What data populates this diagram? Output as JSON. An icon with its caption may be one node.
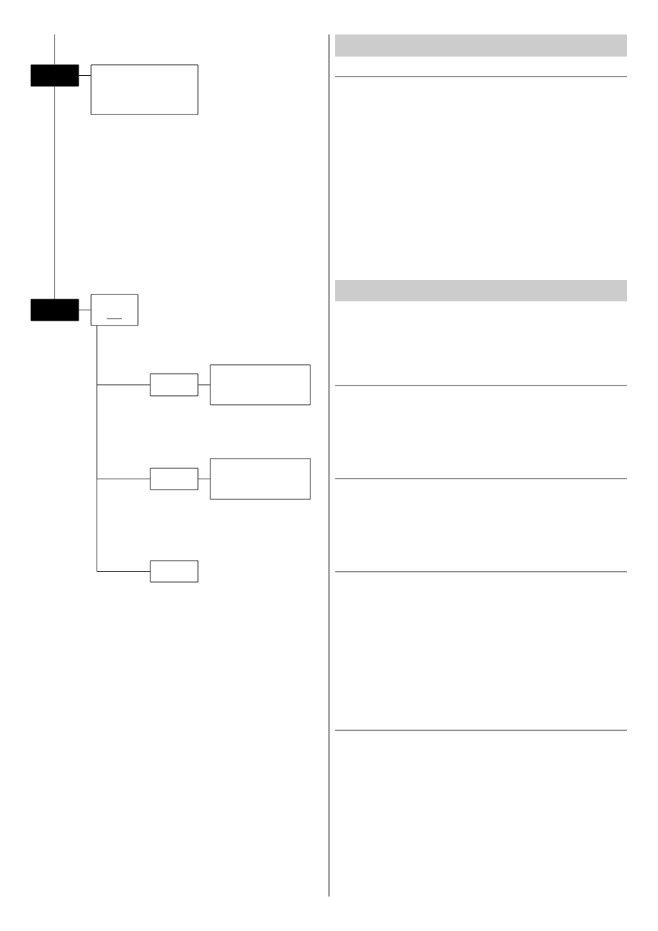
{
  "diagram": {
    "nodes": [
      {
        "text": [],
        "shape": "box"
      },
      {
        "text": [],
        "shape": "box"
      },
      {
        "text": [],
        "shape": "box"
      },
      {
        "text": [],
        "shape": "box"
      },
      {
        "text": [],
        "shape": "box"
      },
      {
        "text": [],
        "shape": "box"
      },
      {
        "text": [],
        "shape": "box"
      },
      {
        "text": [],
        "shape": "box"
      },
      {
        "text": [],
        "shape": "box"
      }
    ],
    "edges": [
      {
        "from": null,
        "to": 0,
        "arrow": "none"
      },
      {
        "from": 0,
        "to": 1,
        "arrow": "none"
      },
      {
        "from": 0,
        "to": 2,
        "arrow": "none"
      },
      {
        "from": 2,
        "to": 3,
        "arrow": "none"
      },
      {
        "from": 3,
        "to": 4,
        "arrow": "none"
      },
      {
        "from": 4,
        "to": 5,
        "arrow": "none"
      },
      {
        "from": 3,
        "to": 6,
        "arrow": "none"
      },
      {
        "from": 6,
        "to": 7,
        "arrow": "none"
      },
      {
        "from": 3,
        "to": 8,
        "arrow": "none"
      }
    ]
  }
}
